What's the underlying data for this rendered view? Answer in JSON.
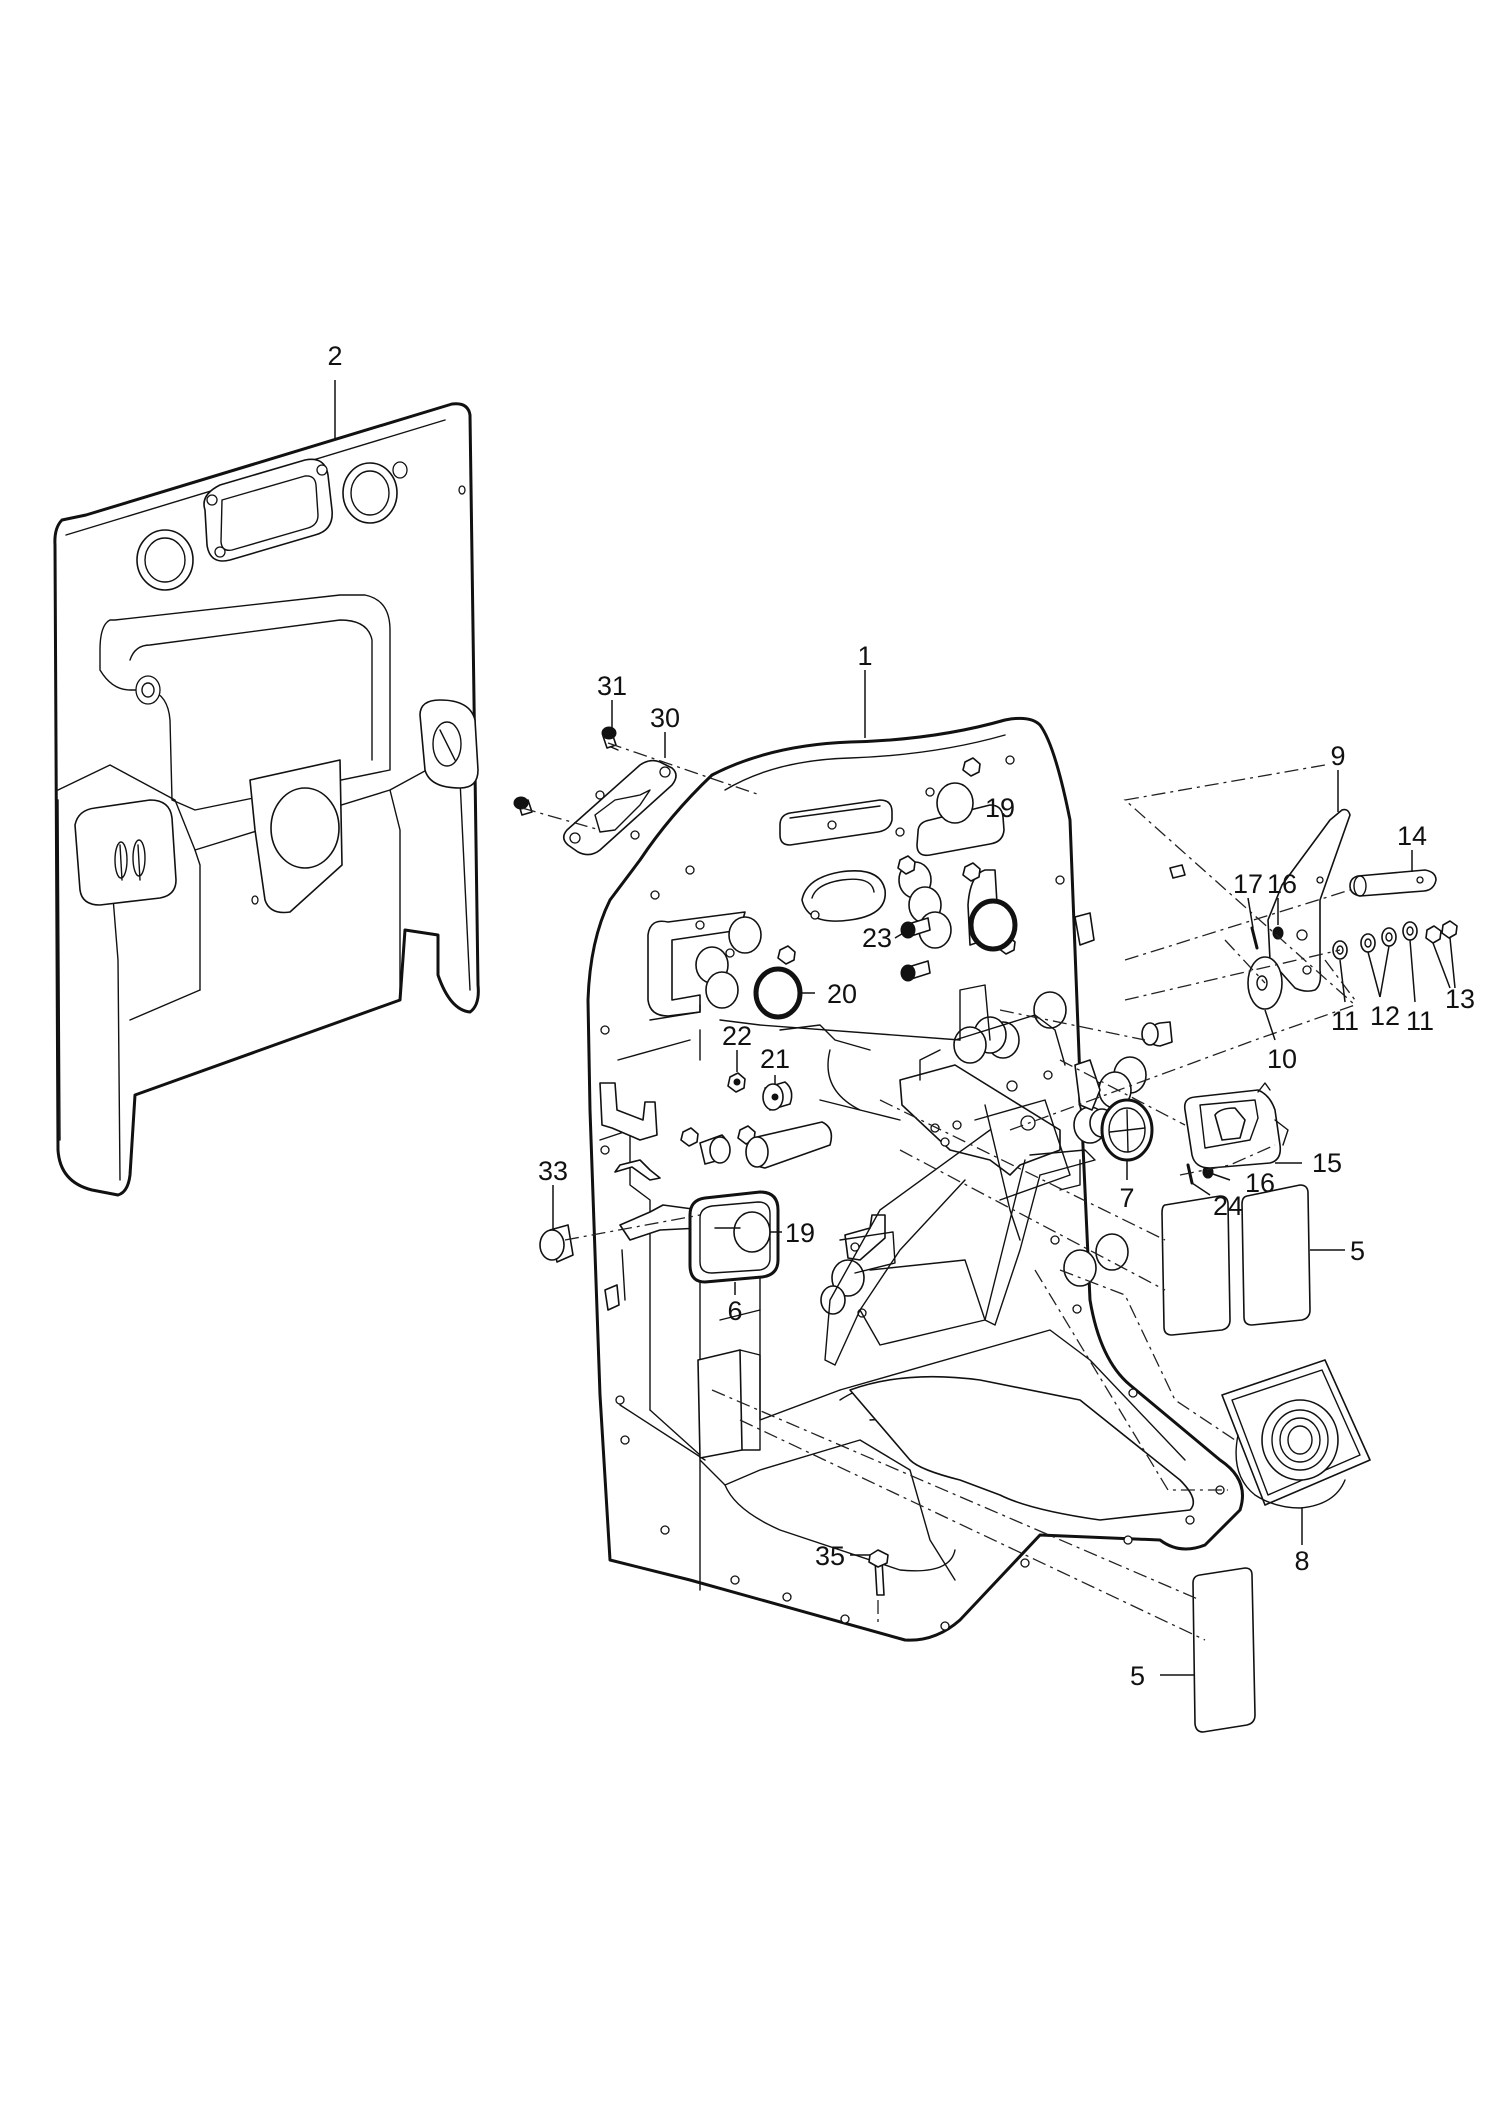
{
  "diagram": {
    "callouts": [
      {
        "id": "c-2",
        "label": "2"
      },
      {
        "id": "c-1",
        "label": "1"
      },
      {
        "id": "c-31",
        "label": "31"
      },
      {
        "id": "c-30",
        "label": "30"
      },
      {
        "id": "c-19a",
        "label": "19"
      },
      {
        "id": "c-9",
        "label": "9"
      },
      {
        "id": "c-14",
        "label": "14"
      },
      {
        "id": "c-17",
        "label": "17"
      },
      {
        "id": "c-16a",
        "label": "16"
      },
      {
        "id": "c-23",
        "label": "23"
      },
      {
        "id": "c-20",
        "label": "20"
      },
      {
        "id": "c-11a",
        "label": "11"
      },
      {
        "id": "c-12",
        "label": "12"
      },
      {
        "id": "c-11b",
        "label": "11"
      },
      {
        "id": "c-13",
        "label": "13"
      },
      {
        "id": "c-10",
        "label": "10"
      },
      {
        "id": "c-22",
        "label": "22"
      },
      {
        "id": "c-21",
        "label": "21"
      },
      {
        "id": "c-15",
        "label": "15"
      },
      {
        "id": "c-16b",
        "label": "16"
      },
      {
        "id": "c-24",
        "label": "24"
      },
      {
        "id": "c-33",
        "label": "33"
      },
      {
        "id": "c-7",
        "label": "7"
      },
      {
        "id": "c-19b",
        "label": "19"
      },
      {
        "id": "c-5a",
        "label": "5"
      },
      {
        "id": "c-6",
        "label": "6"
      },
      {
        "id": "c-8",
        "label": "8"
      },
      {
        "id": "c-35",
        "label": "35"
      },
      {
        "id": "c-5b",
        "label": "5"
      }
    ]
  }
}
